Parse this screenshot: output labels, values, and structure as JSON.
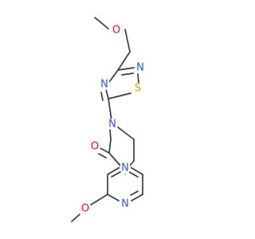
{
  "molecule": {
    "atoms": {
      "methoxy_top_O": {
        "label": "O",
        "color": "#ff0d0d"
      },
      "thiadiazole_N2": {
        "label": "N",
        "color": "#3050f8"
      },
      "thiadiazole_S": {
        "label": "S",
        "color": "#c8a800"
      },
      "thiadiazole_N4": {
        "label": "N",
        "color": "#3050f8"
      },
      "piperazine_N4": {
        "label": "N",
        "color": "#3050f8"
      },
      "carbonyl_O": {
        "label": "O",
        "color": "#ff0d0d"
      },
      "piperazine_N1": {
        "label": "N",
        "color": "#3050f8"
      },
      "pyridine_N": {
        "label": "N",
        "color": "#3050f8"
      },
      "methoxy_bottom_O": {
        "label": "O",
        "color": "#ff0d0d"
      }
    },
    "bond_color": "#3c3c3c"
  }
}
